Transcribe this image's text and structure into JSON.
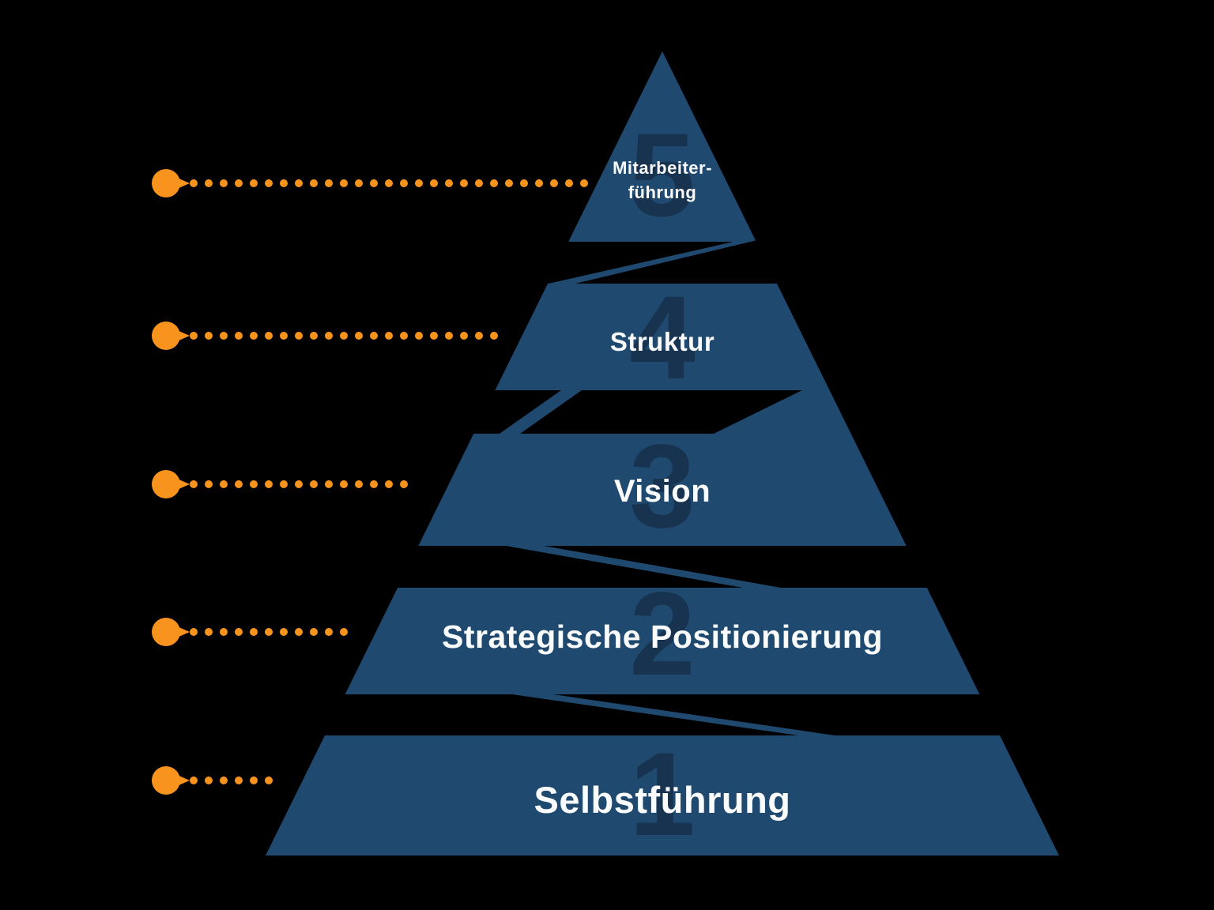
{
  "diagram": {
    "type": "pyramid",
    "levels": [
      {
        "number": "5",
        "label_lines": [
          "Mitarbeiter-",
          "führung"
        ],
        "leader_dots": 27
      },
      {
        "number": "4",
        "label_lines": [
          "Struktur"
        ],
        "leader_dots": 21
      },
      {
        "number": "3",
        "label_lines": [
          "Vision"
        ],
        "leader_dots": 15
      },
      {
        "number": "2",
        "label_lines": [
          "Strategische Positionierung"
        ],
        "leader_dots": 11
      },
      {
        "number": "1",
        "label_lines": [
          "Selbstführung"
        ],
        "leader_dots": 6
      }
    ]
  },
  "colors": {
    "background": "#000000",
    "pyramid": "#1F496E",
    "number": "#17334F",
    "label": "#FAFBFC",
    "accent": "#F8941D"
  }
}
